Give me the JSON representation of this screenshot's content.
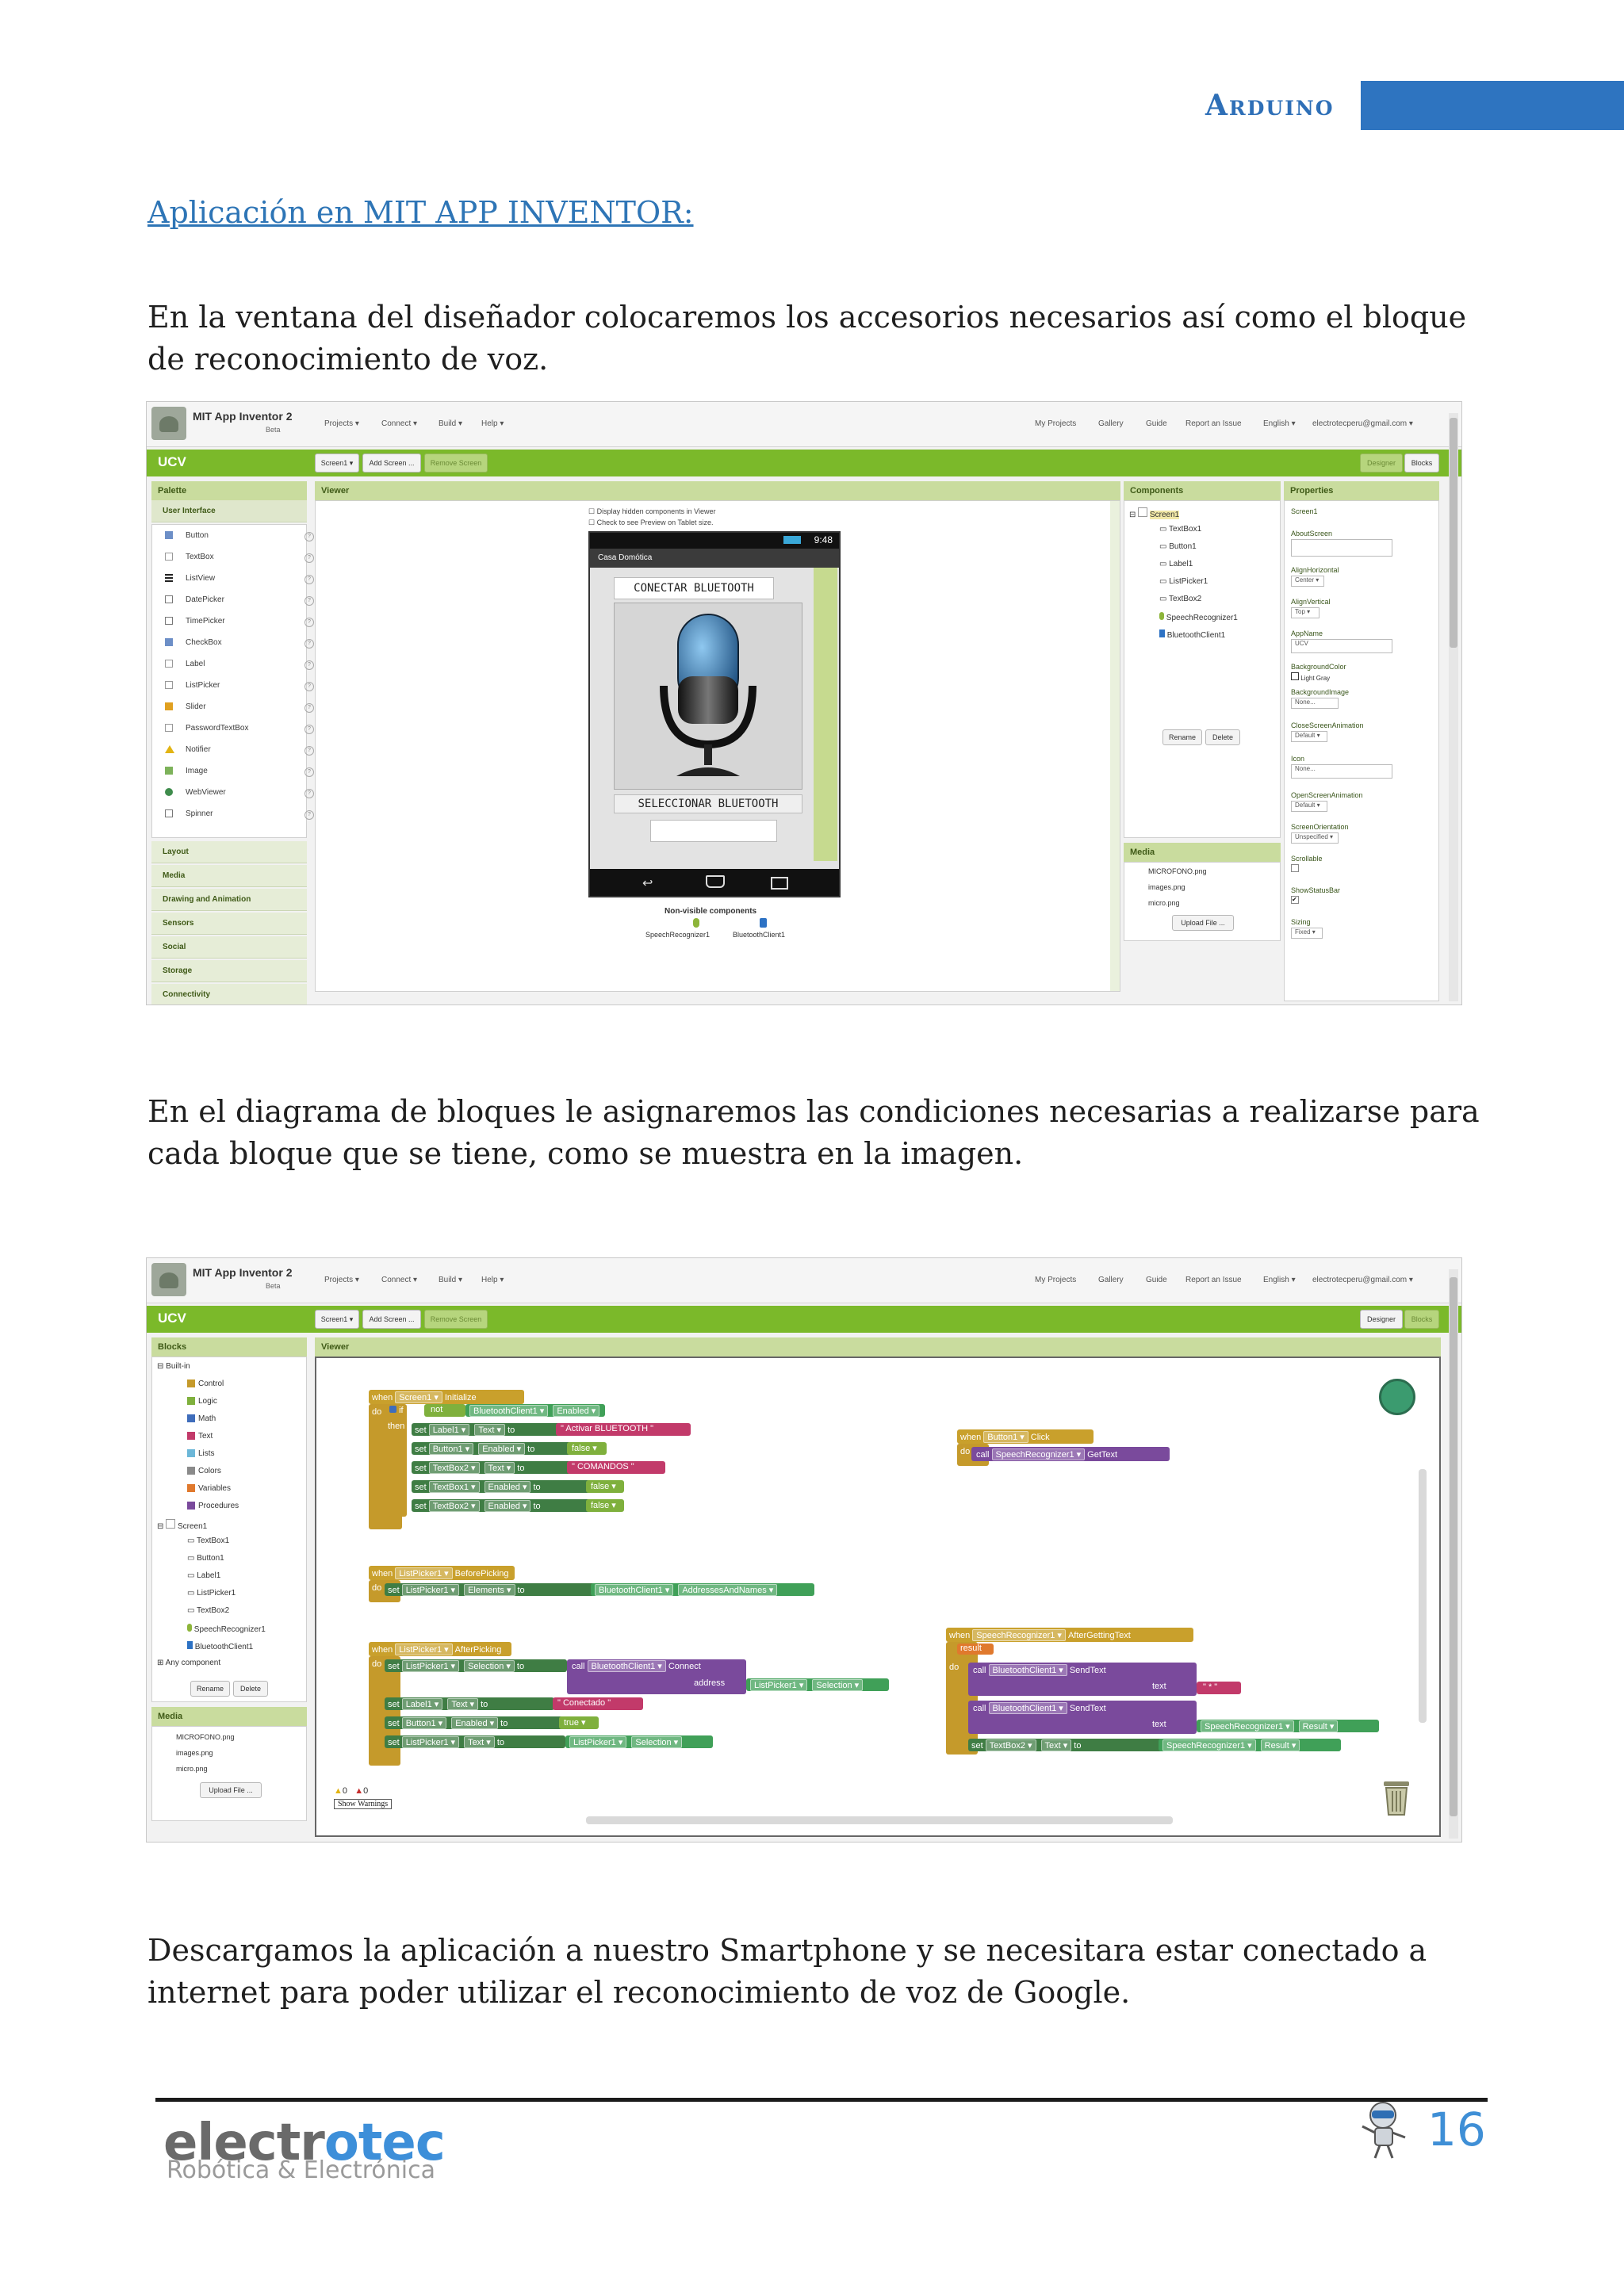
{
  "header": {
    "title": "Arduino"
  },
  "heading": "Aplicación en MIT APP INVENTOR:",
  "paragraphs": {
    "p1": "En la ventana del diseñador colocaremos los accesorios necesarios así como el bloque de reconocimiento de voz.",
    "p2": "En el diagrama de bloques le asignaremos las condiciones necesarias a realizarse para cada bloque que se tiene, como se muestra en la imagen.",
    "p3": "Descargamos la aplicación a nuestro Smartphone y se necesitara estar conectado a internet para poder utilizar el reconocimiento de voz de Google."
  },
  "app": {
    "name": "MIT App Inventor 2",
    "beta": "Beta",
    "nav": [
      "Projects ▾",
      "Connect ▾",
      "Build ▾",
      "Help ▾"
    ],
    "right_nav": [
      "My Projects",
      "Gallery",
      "Guide",
      "Report an Issue",
      "English ▾",
      "electrotecperu@gmail.com ▾"
    ],
    "project": "UCV",
    "screen_btn": "Screen1 ▾",
    "add_screen": "Add Screen ...",
    "remove_screen": "Remove Screen",
    "designer": "Designer",
    "blocks": "Blocks",
    "viewer": "Viewer"
  },
  "designer": {
    "palette_title": "Palette",
    "user_interface": "User Interface",
    "palette_items": [
      "Button",
      "TextBox",
      "ListView",
      "DatePicker",
      "TimePicker",
      "CheckBox",
      "Label",
      "ListPicker",
      "Slider",
      "PasswordTextBox",
      "Notifier",
      "Image",
      "WebViewer",
      "Spinner"
    ],
    "categories": [
      "Layout",
      "Media",
      "Drawing and Animation",
      "Sensors",
      "Social",
      "Storage",
      "Connectivity"
    ],
    "display_hidden": "Display hidden components in Viewer",
    "tablet_check": "Check to see Preview on Tablet size.",
    "phone_time": "9:48",
    "phone_title": "Casa Domótica",
    "btn_connect": "CONECTAR BLUETOOTH",
    "btn_select": "SELECCIONAR BLUETOOTH",
    "nonvisible_title": "Non-visible components",
    "nonvisible": [
      "SpeechRecognizer1",
      "BluetoothClient1"
    ],
    "components_title": "Components",
    "components": [
      "Screen1",
      "TextBox1",
      "Button1",
      "Label1",
      "ListPicker1",
      "TextBox2",
      "SpeechRecognizer1",
      "BluetoothClient1"
    ],
    "rename": "Rename",
    "delete": "Delete",
    "media_title": "Media",
    "media": [
      "MICROFONO.png",
      "images.png",
      "micro.png"
    ],
    "upload": "Upload File ...",
    "properties_title": "Properties",
    "properties": {
      "screen": "Screen1",
      "about": "AboutScreen",
      "alignh": "AlignHorizontal",
      "alignh_val": "Center ▾",
      "alignv": "AlignVertical",
      "alignv_val": "Top ▾",
      "appname": "AppName",
      "appname_val": "UCV",
      "bgcolor": "BackgroundColor",
      "bgcolor_val": "Light Gray",
      "bgimage": "BackgroundImage",
      "bgimage_val": "None...",
      "closeanim": "CloseScreenAnimation",
      "closeanim_val": "Default ▾",
      "icon": "Icon",
      "icon_val": "None...",
      "openanim": "OpenScreenAnimation",
      "openanim_val": "Default ▾",
      "orient": "ScreenOrientation",
      "orient_val": "Unspecified ▾",
      "scrollable": "Scrollable",
      "statusbar": "ShowStatusBar",
      "sizing": "Sizing",
      "sizing_val": "Fixed ▾"
    }
  },
  "blocks_view": {
    "blocks_title": "Blocks",
    "builtin": "Built-in",
    "builtin_items": [
      "Control",
      "Logic",
      "Math",
      "Text",
      "Lists",
      "Colors",
      "Variables",
      "Procedures"
    ],
    "screen": "Screen1",
    "screen_items": [
      "TextBox1",
      "Button1",
      "Label1",
      "ListPicker1",
      "TextBox2",
      "SpeechRecognizer1",
      "BluetoothClient1"
    ],
    "any": "Any component",
    "warn_count": "0",
    "err_count": "0",
    "show_warnings": "Show Warnings"
  },
  "code": {
    "init": {
      "when": "when",
      "comp": "Screen1 ▾",
      "event": "Initialize",
      "do": "do",
      "if": "if",
      "not": "not",
      "then": "then",
      "cond_comp": "BluetoothClient1 ▾",
      "cond_prop": "Enabled ▾",
      "rows": [
        {
          "set": "set",
          "comp": "Label1 ▾",
          "prop": "Text ▾",
          "to": "to",
          "val": "\" Activar BLUETOOTH \""
        },
        {
          "set": "set",
          "comp": "Button1 ▾",
          "prop": "Enabled ▾",
          "to": "to",
          "val": "false ▾"
        },
        {
          "set": "set",
          "comp": "TextBox2 ▾",
          "prop": "Text ▾",
          "to": "to",
          "val": "\" COMANDOS \""
        },
        {
          "set": "set",
          "comp": "TextBox1 ▾",
          "prop": "Enabled ▾",
          "to": "to",
          "val": "false ▾"
        },
        {
          "set": "set",
          "comp": "TextBox2 ▾",
          "prop": "Enabled ▾",
          "to": "to",
          "val": "false ▾"
        }
      ]
    },
    "before": {
      "when": "when",
      "comp": "ListPicker1 ▾",
      "event": "BeforePicking",
      "do": "do",
      "set": "set",
      "target": "ListPicker1 ▾",
      "prop": "Elements ▾",
      "to": "to",
      "src": "BluetoothClient1 ▾",
      "src_prop": "AddressesAndNames ▾"
    },
    "after": {
      "when": "when",
      "comp": "ListPicker1 ▾",
      "event": "AfterPicking",
      "do": "do",
      "set": "set",
      "target": "ListPicker1 ▾",
      "prop": "Selection ▾",
      "to": "to",
      "call": "call",
      "call_comp": "BluetoothClient1 ▾",
      "call_method": "Connect",
      "address": "address",
      "addr_comp": "ListPicker1 ▾",
      "addr_prop": "Selection ▾",
      "rows": [
        {
          "set": "set",
          "comp": "Label1 ▾",
          "prop": "Text ▾",
          "to": "to",
          "val": "\" Conectado \""
        },
        {
          "set": "set",
          "comp": "Button1 ▾",
          "prop": "Enabled ▾",
          "to": "to",
          "val": "true ▾"
        },
        {
          "set": "set",
          "comp": "ListPicker1 ▾",
          "prop": "Text ▾",
          "to": "to",
          "val": "ListPicker1 ▾",
          "val2": "Selection ▾"
        }
      ]
    },
    "click": {
      "when": "when",
      "comp": "Button1 ▾",
      "event": "Click",
      "do": "do",
      "call": "call",
      "call_comp": "SpeechRecognizer1 ▾",
      "call_method": "GetText"
    },
    "gettext": {
      "when": "when",
      "comp": "SpeechRecognizer1 ▾",
      "event": "AfterGettingText",
      "result": "result",
      "do": "do",
      "call": "call",
      "call_comp": "BluetoothClient1 ▾",
      "call_method": "SendText",
      "text": "text",
      "t1": "\" * \"",
      "src_comp": "SpeechRecognizer1 ▾",
      "src_prop": "Result ▾",
      "set": "set",
      "target": "TextBox2 ▾",
      "prop": "Text ▾",
      "to": "to"
    }
  },
  "footer": {
    "brand_a": "electr",
    "brand_o": "o",
    "brand_b": "tec",
    "subtitle": "Robótica & Electrónica",
    "page": "16"
  }
}
